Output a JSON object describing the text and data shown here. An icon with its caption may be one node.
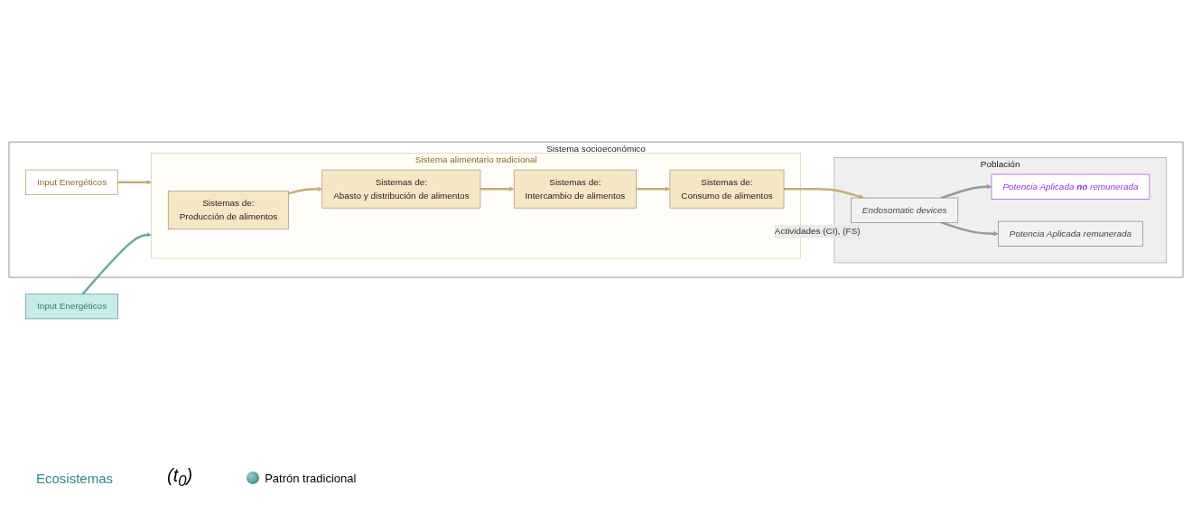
{
  "diagram": {
    "nodes": [
      {
        "text": [
          "Sistema socioeconómico"
        ]
      },
      {
        "text": [
          "Input Energéticos"
        ],
        "in": 0
      },
      {
        "text": [
          "Sistema alimentario tradicional"
        ],
        "in": 0
      },
      {
        "text": [
          "Sistemas de:",
          "Producción de alimentos"
        ],
        "in": 2
      },
      {
        "text": [
          "Sistemas de:",
          "Abasto y distribución de alimentos"
        ],
        "in": 2
      },
      {
        "text": [
          "Sistemas de:",
          "Intercambio de alimentos"
        ],
        "in": 2
      },
      {
        "text": [
          "Sistemas de:",
          "Consumo de alimentos"
        ],
        "in": 2
      },
      {
        "text": [
          "Población"
        ],
        "in": 0
      },
      {
        "text": [
          "Endosomatic devices"
        ],
        "in": 7
      },
      {
        "text": [
          "Potencia Aplicada **no** remunerada"
        ],
        "in": 7
      },
      {
        "text": [
          "Potencia Aplicada remunerada"
        ],
        "in": 7
      },
      {
        "text": [
          "Input Energéticos"
        ]
      }
    ],
    "edges": [
      {
        "from": 1,
        "to": 2,
        "arrow": "to"
      },
      {
        "from": 11,
        "to": 2,
        "arrow": "to",
        "color": "#6aa9a6"
      },
      {
        "from": 3,
        "to": 4,
        "arrow": "to"
      },
      {
        "from": 4,
        "to": 5,
        "arrow": "to"
      },
      {
        "from": 5,
        "to": 6,
        "arrow": "to"
      },
      {
        "from": 6,
        "to": 8,
        "arrow": "to"
      },
      {
        "from": 8,
        "to": 9,
        "arrow": "to",
        "color": "#999999"
      },
      {
        "from": 8,
        "to": 10,
        "arrow": "to",
        "color": "#999999"
      },
      {
        "from": 7,
        "to": 2,
        "arrow": "to",
        "label": "Actividades (CI), (FS)",
        "color": "#999999"
      }
    ],
    "labels": [
      "Ecosistemas",
      "(t$_{0}$)"
    ],
    "legend": [
      {
        "text": "Patrón tradicional"
      }
    ]
  }
}
